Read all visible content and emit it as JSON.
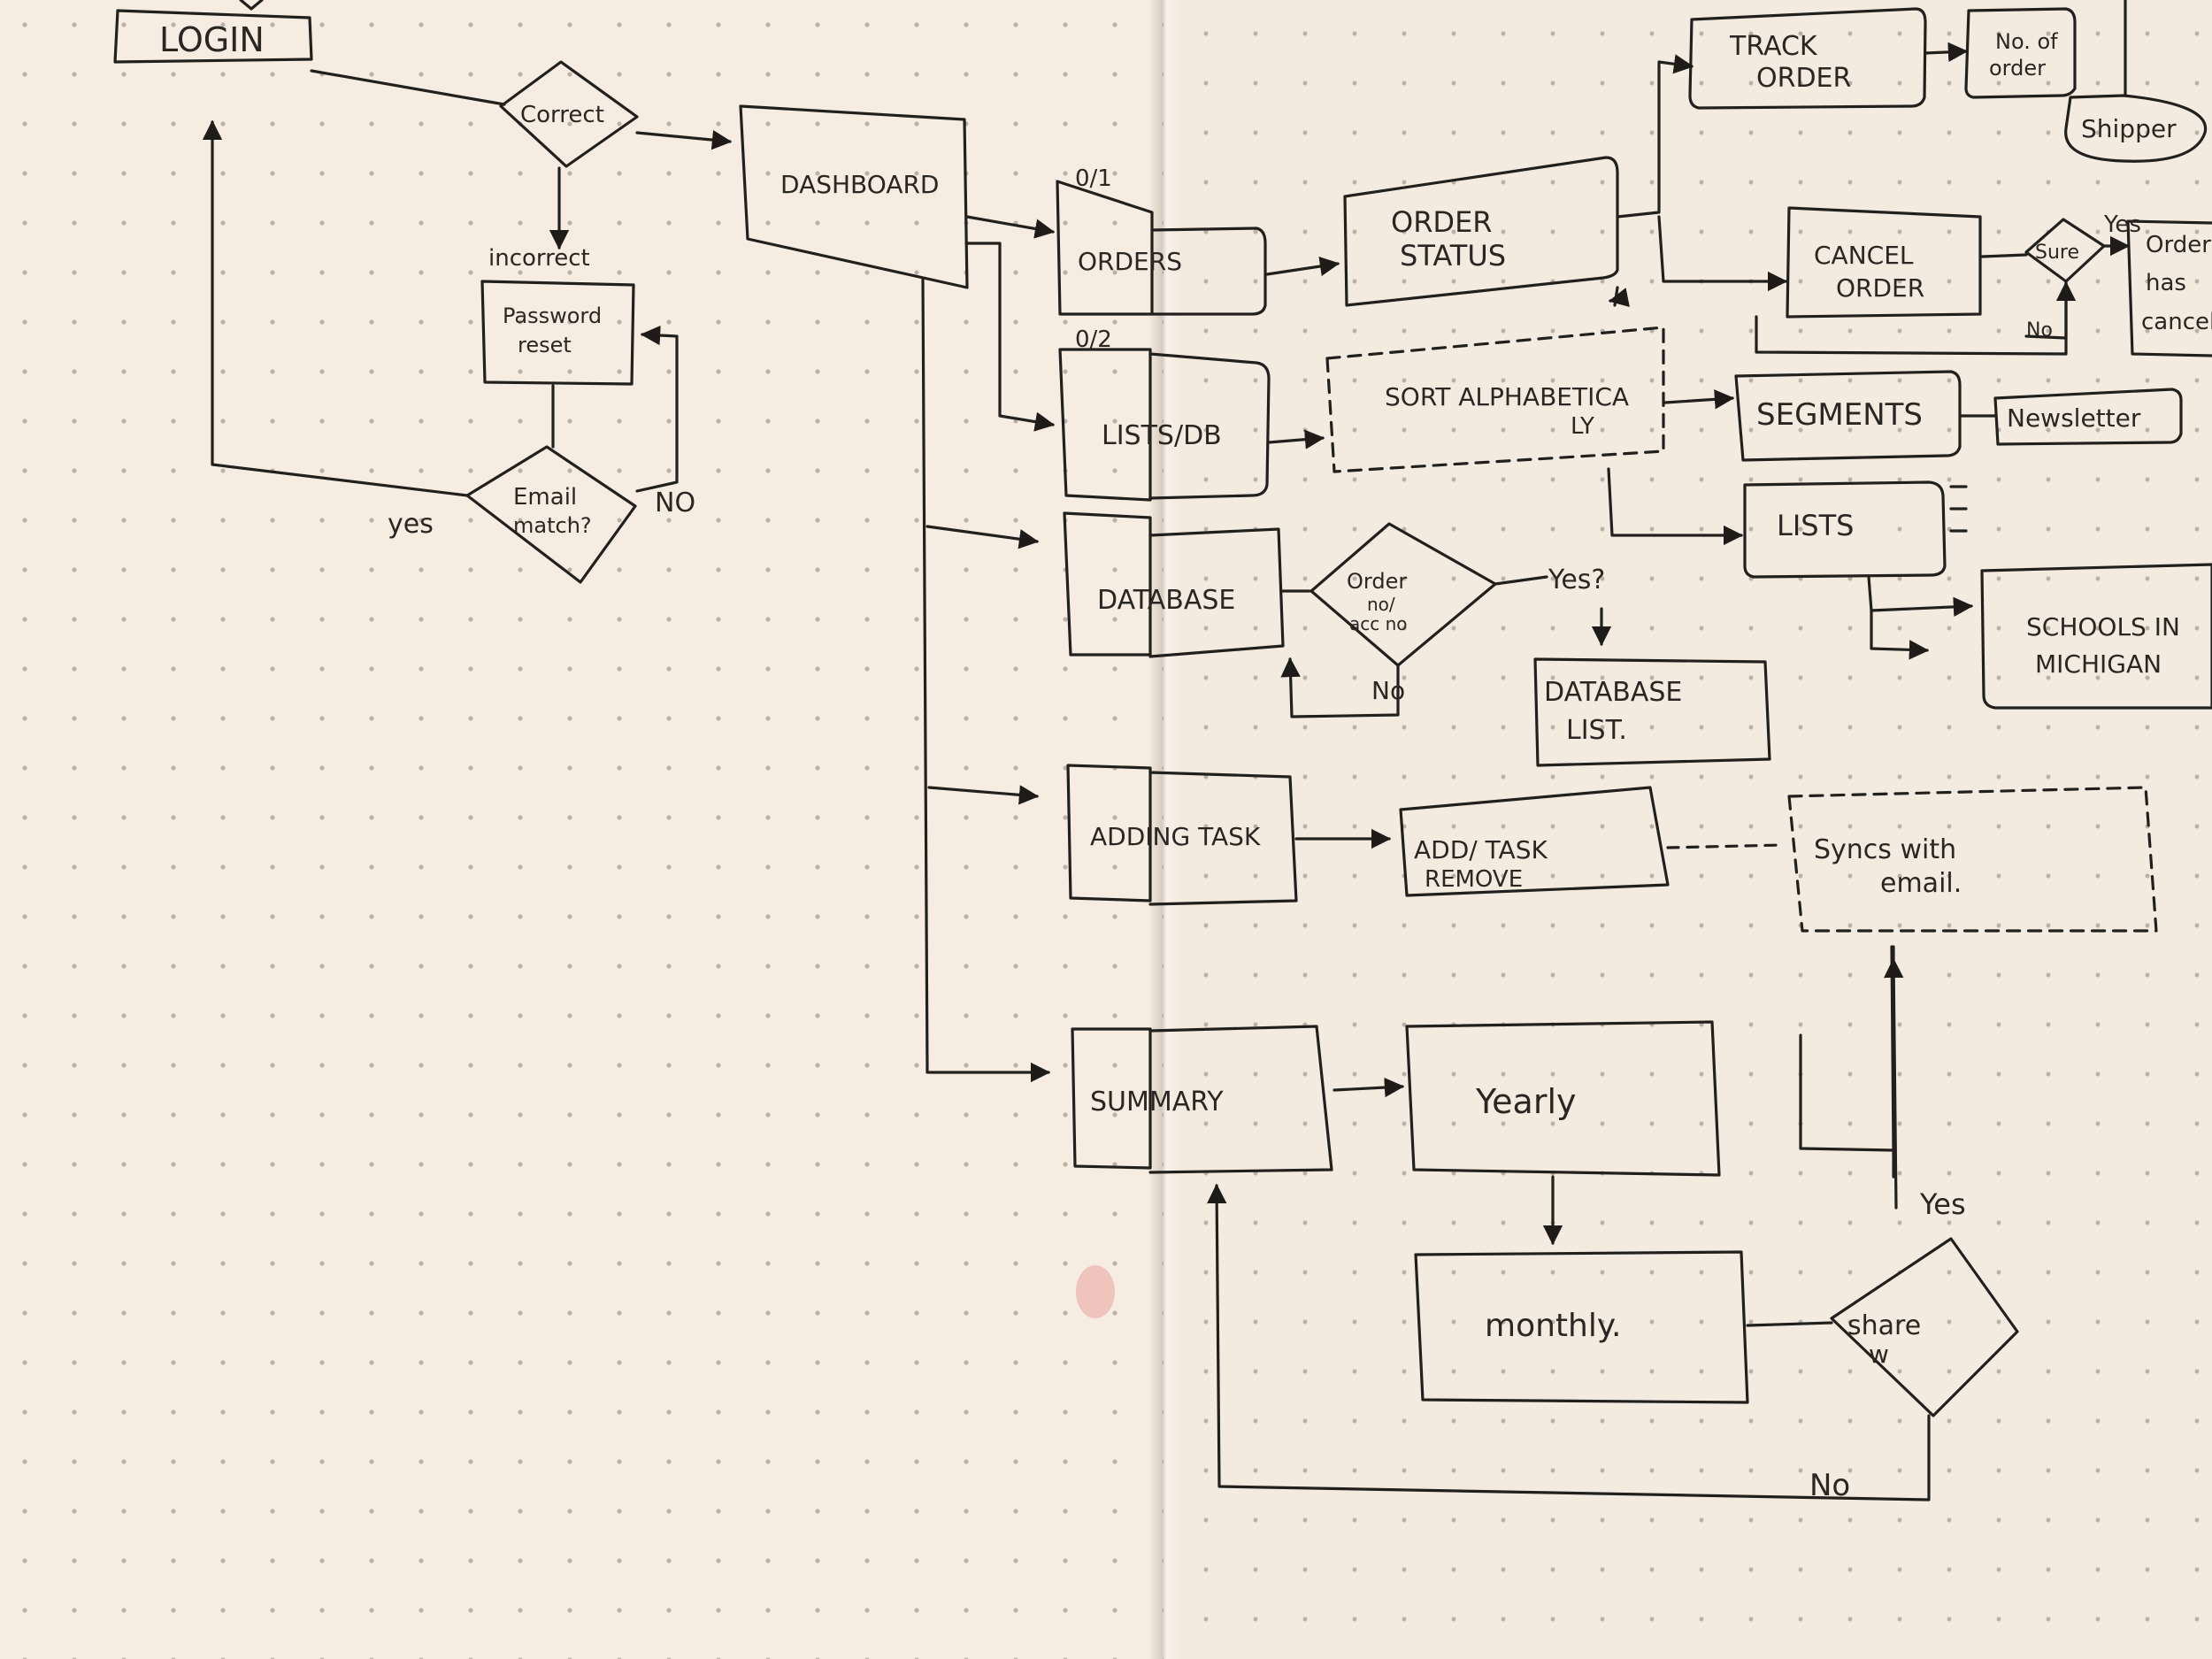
{
  "nodes": {
    "login": "LOGIN",
    "correct": "Correct",
    "incorrect": "incorrect",
    "password_reset_1": "Password",
    "password_reset_2": "reset",
    "email_match_1": "Email",
    "email_match_2": "match?",
    "yes_login": "yes",
    "no_reset": "NO",
    "dashboard": "DASHBOARD",
    "orders_badge": "0/1",
    "orders": "ORDERS",
    "lists_badge": "0/2",
    "lists_db": "LISTS/DB",
    "database": "DATABASE",
    "adding_task": "ADDING TASK",
    "summary": "SUMMARY",
    "order_status_1": "ORDER",
    "order_status_2": "STATUS",
    "track_order_1": "TRACK",
    "track_order_2": "ORDER",
    "no_of_order_1": "No. of",
    "no_of_order_2": "order",
    "shipper": "Shipper",
    "cancel_order_1": "CANCEL",
    "cancel_order_2": "ORDER",
    "sure": "Sure",
    "yes_cancel": "Yes",
    "no_cancel": "No",
    "order_cancel_1": "Order",
    "order_cancel_2": "has",
    "order_cancel_3": "cancel",
    "sort_1": "SORT ALPHABETICA",
    "sort_2": "LY",
    "segments": "SEGMENTS",
    "newsletter": "Newsletter",
    "lists": "LISTS",
    "schools_1": "SCHOOLS IN",
    "schools_2": "MICHIGAN",
    "order_acc_1": "Order",
    "order_acc_2": "no/",
    "order_acc_3": "acc no",
    "yes_db": "Yes?",
    "no_db": "No",
    "database_list_1": "DATABASE",
    "database_list_2": "LIST.",
    "add_task_1": "ADD/ TASK",
    "add_task_2": "REMOVE",
    "syncs_1": "Syncs with",
    "syncs_2": "email.",
    "yearly": "Yearly",
    "monthly": "monthly.",
    "share_1": "share",
    "share_2": "w",
    "yes_share": "Yes",
    "no_share": "No"
  }
}
